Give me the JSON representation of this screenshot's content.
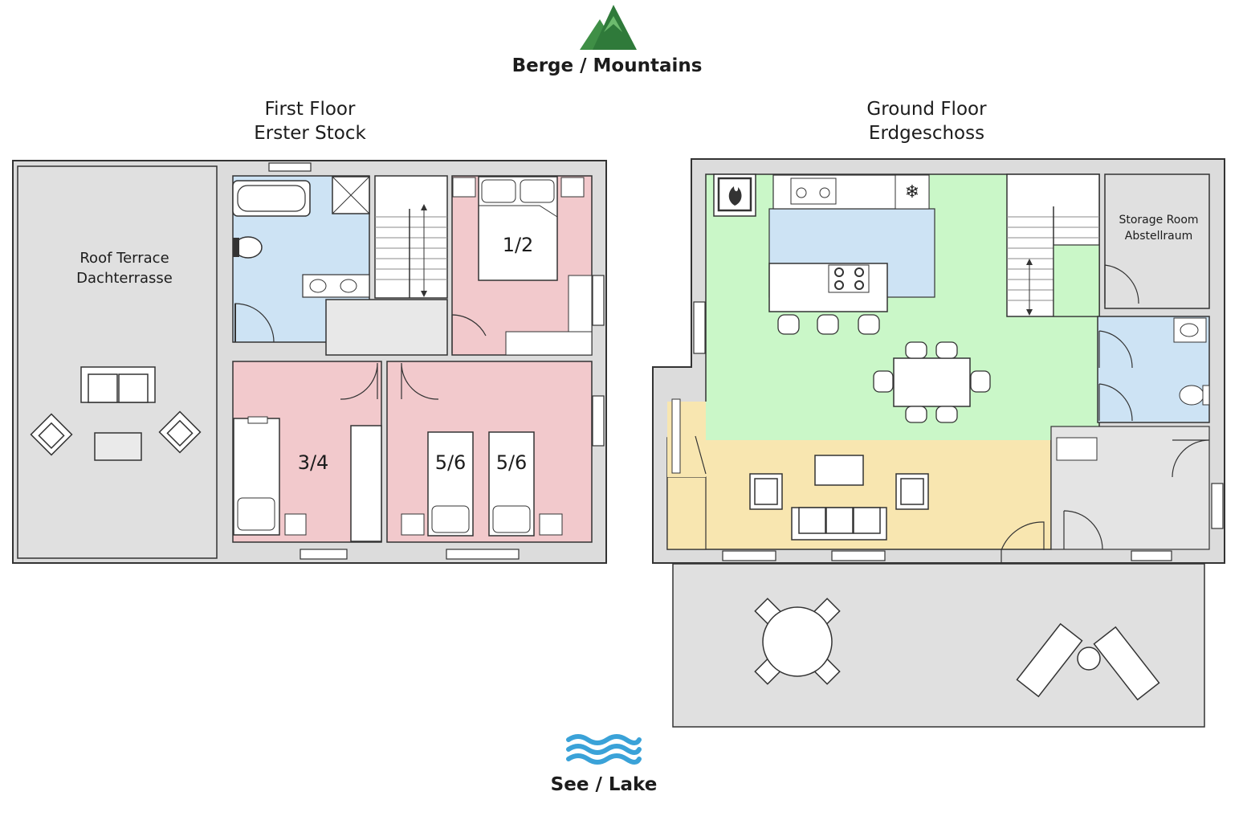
{
  "header": {
    "mountain_label": "Berge / Mountains",
    "lake_label": "See / Lake",
    "mountain_icon": "mountain-icon",
    "lake_icon": "waves-icon"
  },
  "first_floor": {
    "title_en": "First Floor",
    "title_de": "Erster Stock",
    "roof_terrace_en": "Roof Terrace",
    "roof_terrace_de": "Dachterrasse",
    "room_labels": [
      "1/2",
      "3/4",
      "5/6",
      "5/6"
    ]
  },
  "ground_floor": {
    "title_en": "Ground Floor",
    "title_de": "Erdgeschoss",
    "storage_en": "Storage Room",
    "storage_de": "Abstellraum"
  },
  "colors": {
    "bathroom": "#cde3f4",
    "bedroom": "#f2c9cc",
    "living_kitchen": "#caf7c8",
    "lounge": "#f8e6b0",
    "terrace": "#e0e0e0",
    "wall": "#dcdcdc",
    "mountain": "#3f8f46",
    "lake": "#3aa2d8"
  }
}
